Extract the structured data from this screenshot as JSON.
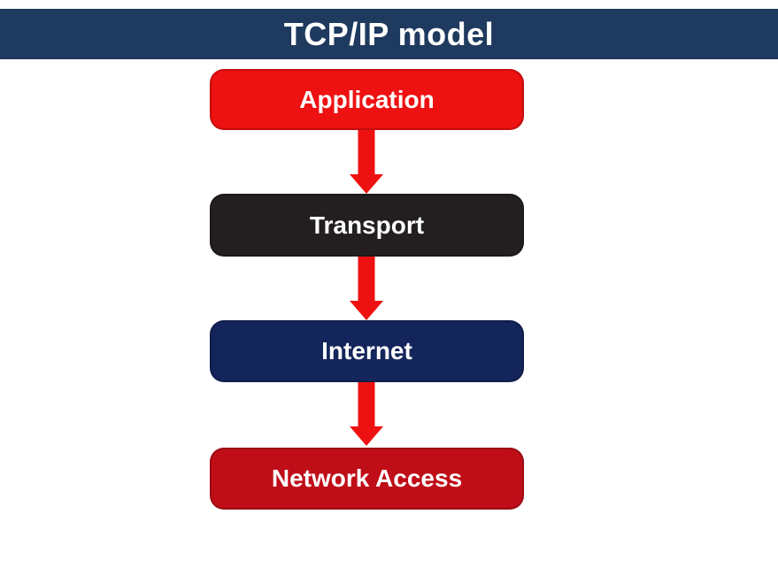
{
  "header": {
    "title": "TCP/IP model",
    "bg": "#1F3A5F",
    "text_color": "#FFFFFF"
  },
  "diagram": {
    "background": "#FFFFFF",
    "label_color": "#FFFFFF",
    "arrow_color": "#EE1111",
    "layers": [
      {
        "label": "Application",
        "bg": "#EE1111"
      },
      {
        "label": "Transport",
        "bg": "#231F20"
      },
      {
        "label": "Internet",
        "bg": "#14255C"
      },
      {
        "label": "Network Access",
        "bg": "#BF0E18"
      }
    ]
  }
}
